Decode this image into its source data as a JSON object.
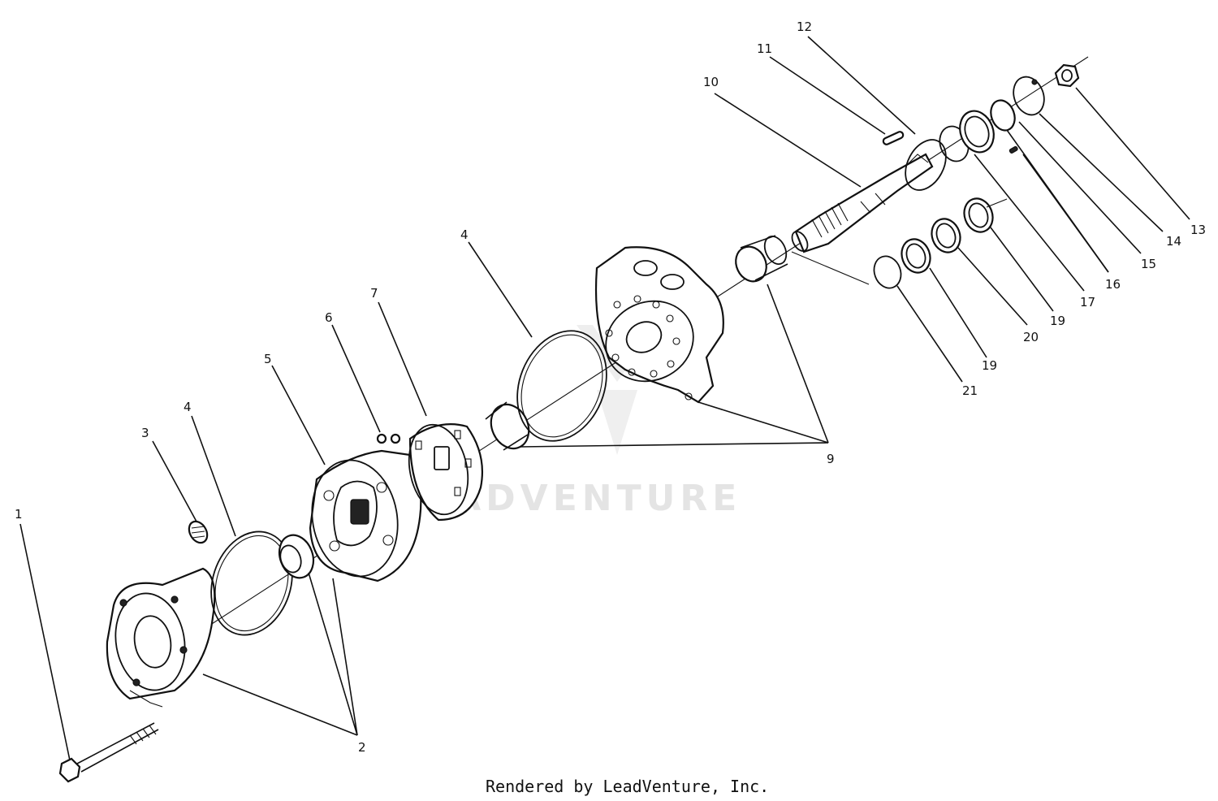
{
  "diagram": {
    "labels": [
      {
        "id": "l1",
        "text": "1"
      },
      {
        "id": "l2",
        "text": "2"
      },
      {
        "id": "l3",
        "text": "3"
      },
      {
        "id": "l4a",
        "text": "4"
      },
      {
        "id": "l4b",
        "text": "4"
      },
      {
        "id": "l5",
        "text": "5"
      },
      {
        "id": "l6",
        "text": "6"
      },
      {
        "id": "l7",
        "text": "7"
      },
      {
        "id": "l9",
        "text": "9"
      },
      {
        "id": "l10",
        "text": "10"
      },
      {
        "id": "l11",
        "text": "11"
      },
      {
        "id": "l12",
        "text": "12"
      },
      {
        "id": "l13",
        "text": "13"
      },
      {
        "id": "l14",
        "text": "14"
      },
      {
        "id": "l15",
        "text": "15"
      },
      {
        "id": "l16",
        "text": "16"
      },
      {
        "id": "l17",
        "text": "17"
      },
      {
        "id": "l19a",
        "text": "19"
      },
      {
        "id": "l19b",
        "text": "19"
      },
      {
        "id": "l20",
        "text": "20"
      },
      {
        "id": "l21",
        "text": "21"
      }
    ]
  },
  "watermark": "LEADVENTURE",
  "credit": "Rendered by LeadVenture, Inc."
}
